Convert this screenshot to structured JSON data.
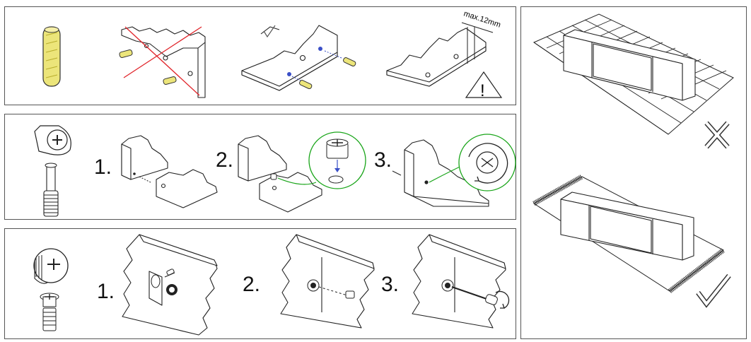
{
  "title": "Cabinet assembly instructions",
  "panel_dowel": {
    "measure_label": "max.12mm",
    "warning_mark": "!"
  },
  "panel_cam_lock": {
    "steps": [
      "1.",
      "2.",
      "3."
    ]
  },
  "panel_cam_connector": {
    "steps": [
      "1.",
      "2.",
      "3."
    ]
  },
  "panel_floor": {
    "wrong_mark": "X",
    "right_mark": "✓"
  },
  "colors": {
    "line": "#222222",
    "wrong_red": "#e0242a",
    "highlight_green": "#1aa51a",
    "dowel_yellow": "#e8e06a",
    "screw_blue": "#3a4fc7"
  }
}
